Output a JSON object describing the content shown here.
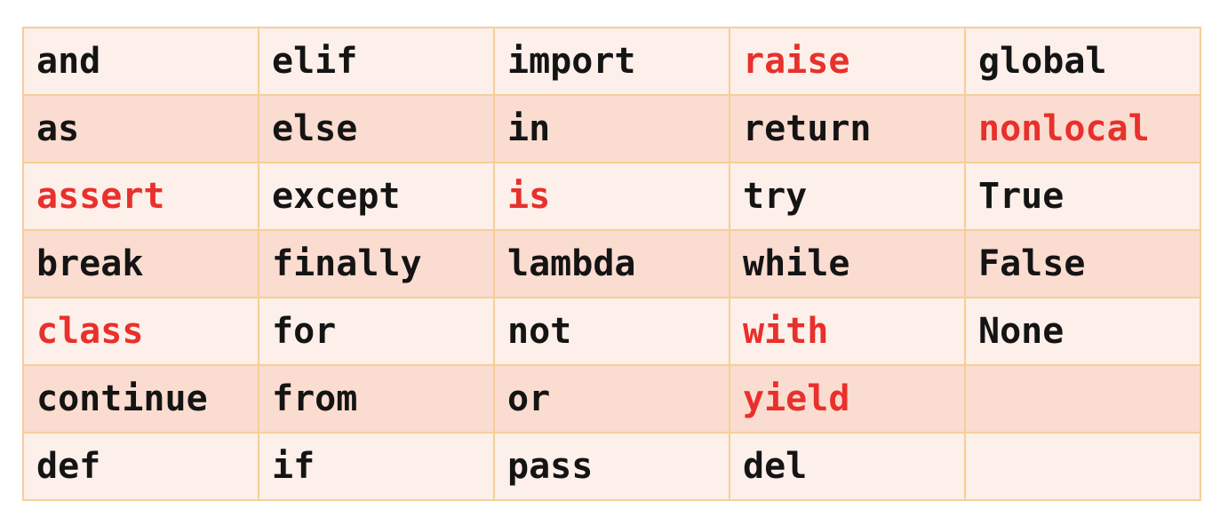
{
  "table": {
    "highlight_color": "#e8302c",
    "text_color": "#141414",
    "border_color": "#f5cf97",
    "row_colors": [
      "#fdefe9",
      "#fbdcd0"
    ],
    "rows": [
      [
        {
          "text": "and",
          "highlight": false
        },
        {
          "text": "elif",
          "highlight": false
        },
        {
          "text": "import",
          "highlight": false
        },
        {
          "text": "raise",
          "highlight": true
        },
        {
          "text": "global",
          "highlight": false
        }
      ],
      [
        {
          "text": "as",
          "highlight": false
        },
        {
          "text": "else",
          "highlight": false
        },
        {
          "text": "in",
          "highlight": false
        },
        {
          "text": "return",
          "highlight": false
        },
        {
          "text": "nonlocal",
          "highlight": true
        }
      ],
      [
        {
          "text": "assert",
          "highlight": true
        },
        {
          "text": "except",
          "highlight": false
        },
        {
          "text": "is",
          "highlight": true
        },
        {
          "text": "try",
          "highlight": false
        },
        {
          "text": "True",
          "highlight": false
        }
      ],
      [
        {
          "text": "break",
          "highlight": false
        },
        {
          "text": "finally",
          "highlight": false
        },
        {
          "text": "lambda",
          "highlight": false
        },
        {
          "text": "while",
          "highlight": false
        },
        {
          "text": "False",
          "highlight": false
        }
      ],
      [
        {
          "text": "class",
          "highlight": true
        },
        {
          "text": "for",
          "highlight": false
        },
        {
          "text": "not",
          "highlight": false
        },
        {
          "text": "with",
          "highlight": true
        },
        {
          "text": "None",
          "highlight": false
        }
      ],
      [
        {
          "text": "continue",
          "highlight": false
        },
        {
          "text": "from",
          "highlight": false
        },
        {
          "text": "or",
          "highlight": false
        },
        {
          "text": "yield",
          "highlight": true
        },
        {
          "text": "",
          "highlight": false
        }
      ],
      [
        {
          "text": "def",
          "highlight": false
        },
        {
          "text": "if",
          "highlight": false
        },
        {
          "text": "pass",
          "highlight": false
        },
        {
          "text": "del",
          "highlight": false
        },
        {
          "text": "",
          "highlight": false
        }
      ]
    ]
  }
}
